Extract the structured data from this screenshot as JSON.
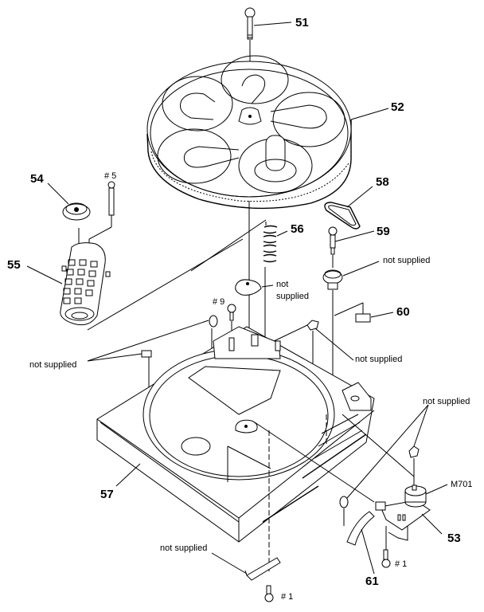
{
  "diagram": {
    "type": "exploded-parts-view",
    "colors": {
      "line": "#000000",
      "background": "#ffffff"
    },
    "part_labels": [
      {
        "id": "51",
        "text": "51"
      },
      {
        "id": "52",
        "text": "52"
      },
      {
        "id": "53",
        "text": "53"
      },
      {
        "id": "54",
        "text": "54"
      },
      {
        "id": "55",
        "text": "55"
      },
      {
        "id": "56",
        "text": "56"
      },
      {
        "id": "57",
        "text": "57"
      },
      {
        "id": "58",
        "text": "58"
      },
      {
        "id": "59",
        "text": "59"
      },
      {
        "id": "60",
        "text": "60"
      },
      {
        "id": "61",
        "text": "61"
      },
      {
        "id": "M701",
        "text": "M701"
      }
    ],
    "screw_labels": {
      "s5": "# 5",
      "s9": "# 9",
      "s1a": "# 1",
      "s1b": "# 1"
    },
    "notes": {
      "not_supplied_left": "not supplied",
      "not_supplied_cam_line1": "not",
      "not_supplied_cam_line2": "supplied",
      "not_supplied_pulley": "not supplied",
      "not_supplied_mid_right": "not supplied",
      "not_supplied_right_top": "not supplied",
      "not_supplied_bottom": "not supplied"
    }
  }
}
